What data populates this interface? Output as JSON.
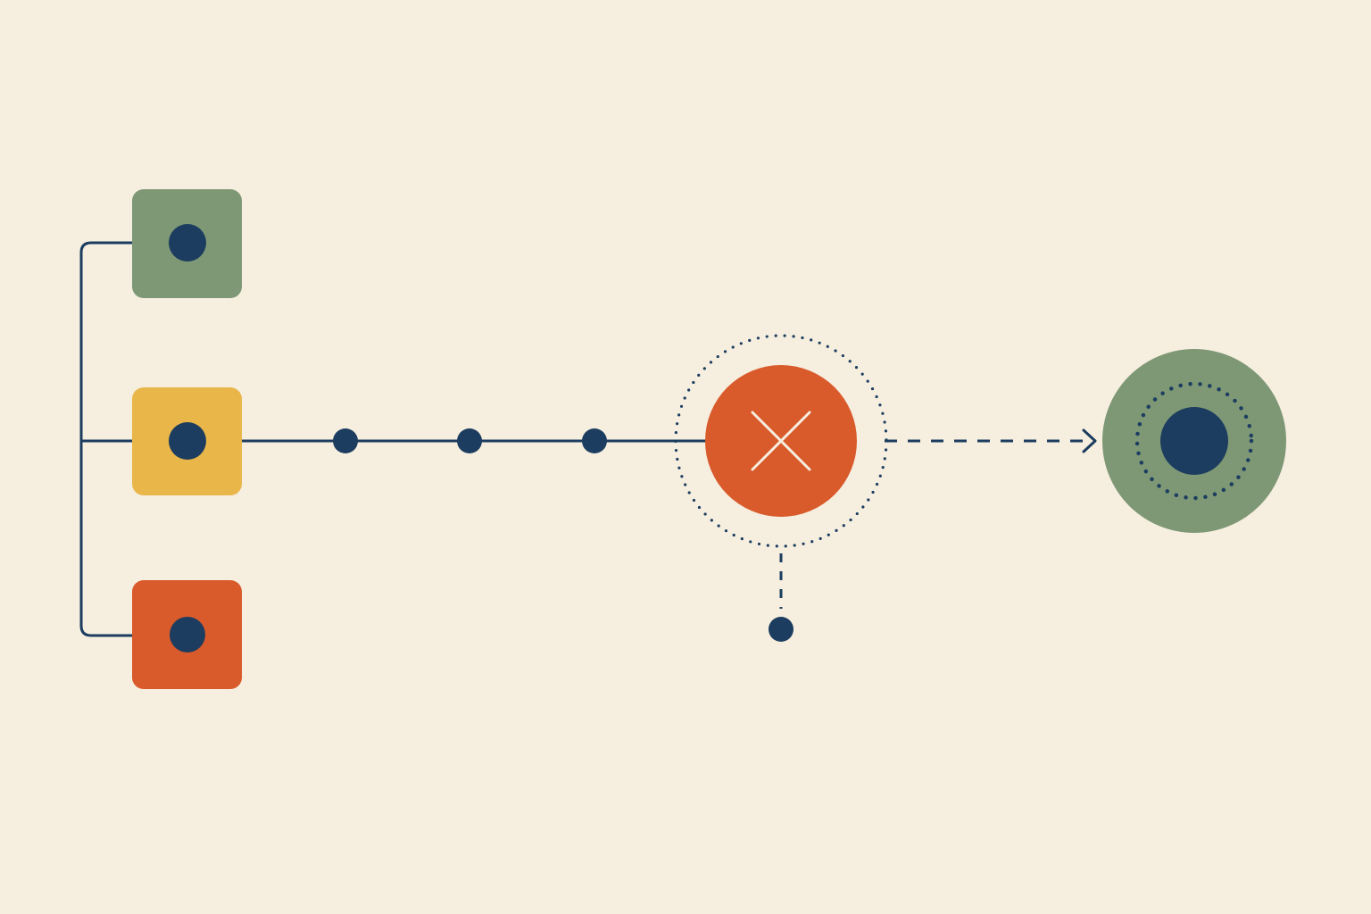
{
  "diagram": {
    "inputs": [
      {
        "name": "input-green",
        "color": "#7e9876"
      },
      {
        "name": "input-yellow",
        "color": "#e9b64a"
      },
      {
        "name": "input-orange",
        "color": "#d95a2b"
      }
    ],
    "path_nodes": 3,
    "blocker": {
      "icon": "close-icon",
      "color": "#d95a2b"
    },
    "side_branch": {
      "style": "dashed"
    },
    "target": {
      "icon": "target-icon",
      "ring_color": "#7e9876"
    },
    "colors": {
      "background": "#f6eedf",
      "line": "#1c3d5f",
      "cross": "#f6eedf"
    }
  }
}
